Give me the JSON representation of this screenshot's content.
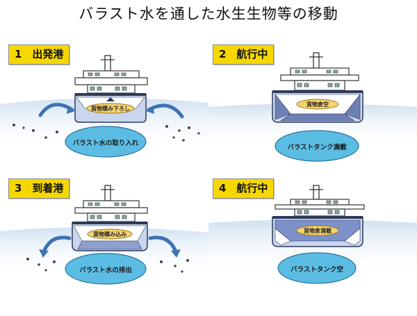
{
  "title": "バラスト水を通した水生生物等の移動",
  "panels": [
    {
      "step": "1　出発港",
      "cargo": "貨物積み下ろし",
      "ballast": "バラスト水の取り入れ"
    },
    {
      "step": "2　航行中",
      "cargo": "貨物倉空",
      "ballast": "バラストタンク満載"
    },
    {
      "step": "3　到着港",
      "cargo": "貨物積み込み",
      "ballast": "バラスト水の排出"
    },
    {
      "step": "4　航行中",
      "cargo": "貨物倉満載",
      "ballast": "バラストタンク空"
    }
  ],
  "colors": {
    "step_label_bg": "#f6d800",
    "ballast_ellipse": "#5bbde4",
    "cargo_ellipse": "#f4d36c",
    "water_dark": "#b8d4ec",
    "hull": "#c9d6ee"
  }
}
